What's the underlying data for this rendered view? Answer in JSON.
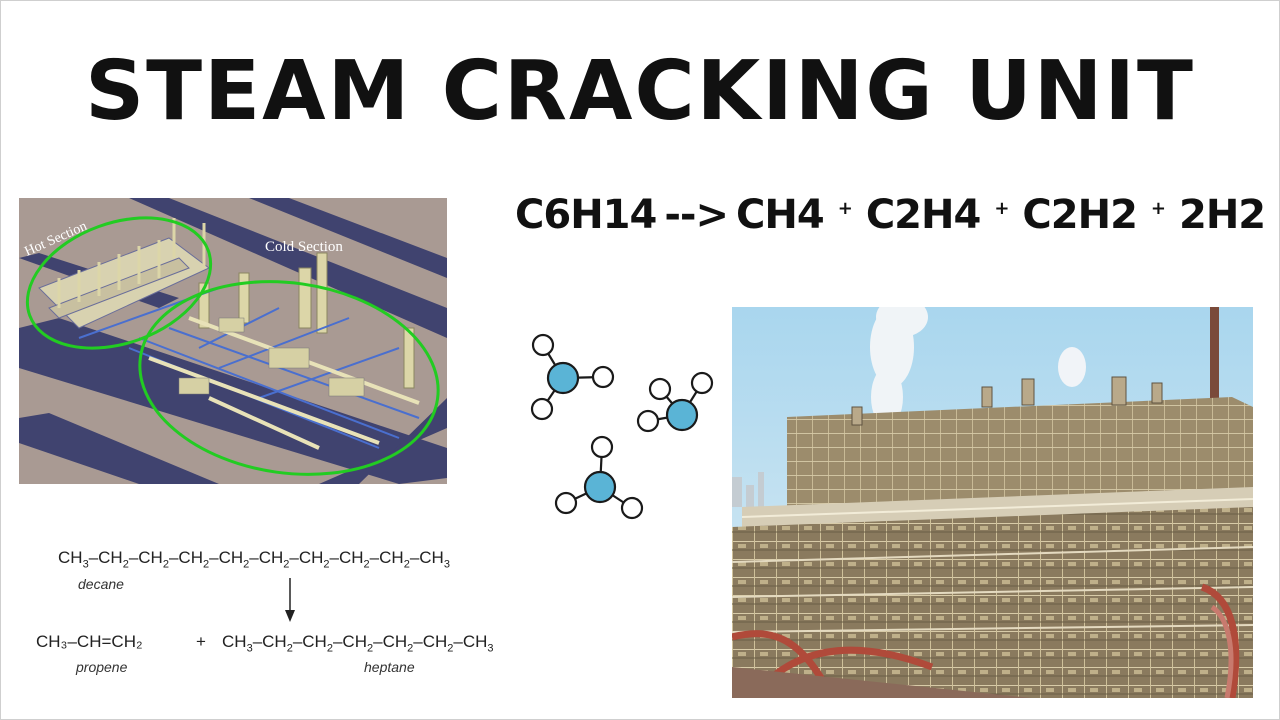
{
  "title": "STEAM CRACKING UNIT",
  "equation": {
    "reactant": "C6H14",
    "arrow": "-->",
    "products": [
      "CH4",
      "C2H4",
      "C2H2",
      "2H2"
    ],
    "plus": "+"
  },
  "diagram": {
    "hot_label": "Hot Section",
    "cold_label": "Cold Section"
  },
  "reaction": {
    "decane_formula_parts": [
      "CH",
      "3",
      "–CH",
      "2",
      "–CH",
      "2",
      "–CH",
      "2",
      "–CH",
      "2",
      "–CH",
      "2",
      "–CH",
      "2",
      "–CH",
      "2",
      "–CH",
      "2",
      "–CH",
      "3"
    ],
    "decane_name": "decane",
    "propene_formula": "CH₃–CH=CH₂",
    "propene_name": "propene",
    "plus": "+",
    "heptane_name": "heptane"
  },
  "colors": {
    "molecule_center": "#5ab4d6",
    "molecule_outer": "#ffffff",
    "ellipse": "#22cc22",
    "ground": "#a99a93",
    "road": "#3b3f6e"
  },
  "icons": [
    "hydrocarbon-molecule-icon"
  ]
}
